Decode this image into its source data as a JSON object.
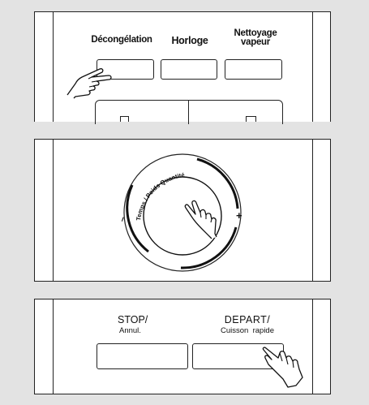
{
  "top_panel": {
    "buttons": [
      {
        "label": "Décongélation"
      },
      {
        "label": "Horloge"
      },
      {
        "label": "Nettoyage",
        "label2": "vapeur"
      }
    ]
  },
  "dial_panel": {
    "dial_label": "Temps / Poids Quantité",
    "minus": "–",
    "plus": "+"
  },
  "bottom_panel": {
    "stop": {
      "label": "STOP/",
      "sublabel": "Annul."
    },
    "start": {
      "label": "DEPART/",
      "sublabel": "Cuisson  rapide"
    }
  }
}
